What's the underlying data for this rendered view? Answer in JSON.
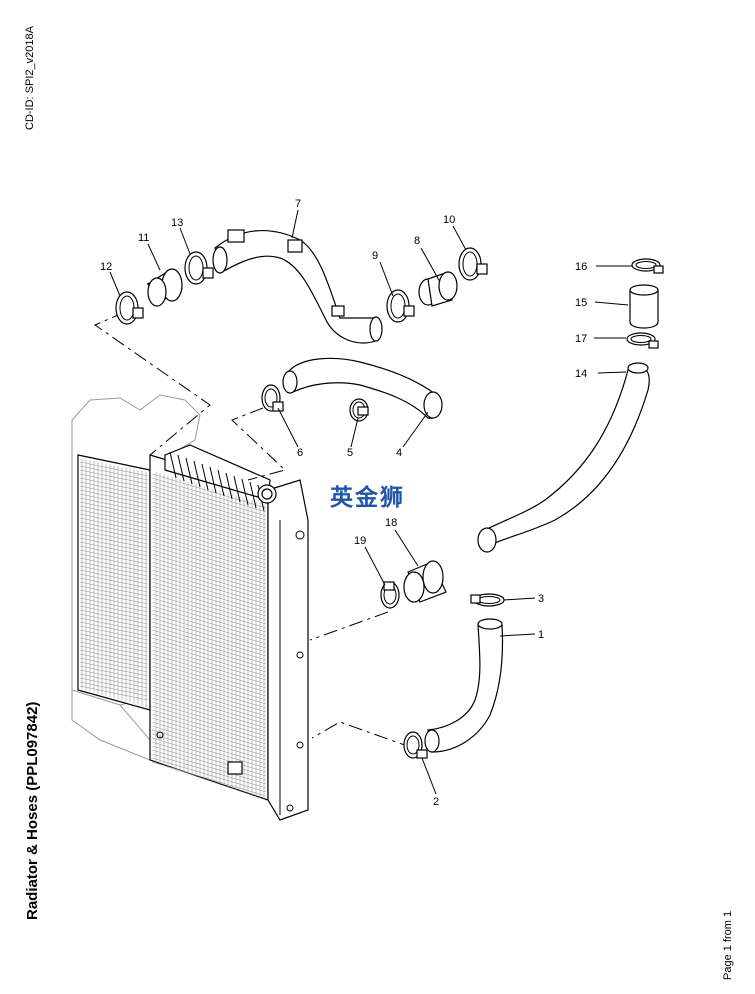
{
  "document": {
    "cd_id": "CD-ID: SPI2_v2018A",
    "title": "Radiator & Hoses (PPL097842)",
    "page_number": "Page 1 from 1",
    "watermark": "英金狮"
  },
  "callouts": [
    "1",
    "2",
    "3",
    "4",
    "5",
    "6",
    "7",
    "8",
    "9",
    "10",
    "11",
    "12",
    "13",
    "14",
    "15",
    "16",
    "17",
    "18",
    "19"
  ]
}
